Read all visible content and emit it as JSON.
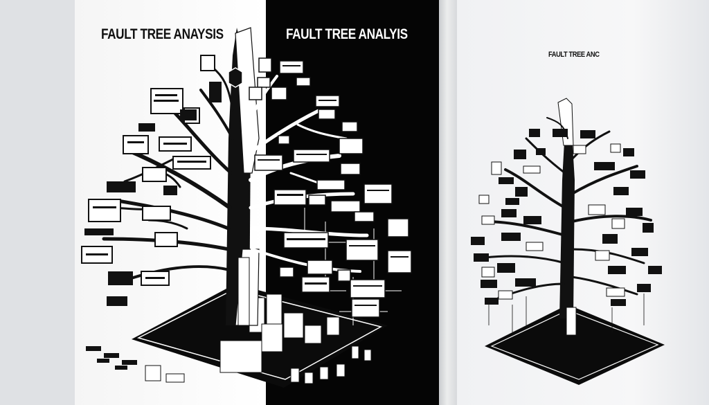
{
  "titles": {
    "left": "FAULT TREE ANAYSIS",
    "middle": "FAULT TREE ANALYIS",
    "right": "FAULT TREE ANC"
  },
  "colors": {
    "ink": "#0a0a0a",
    "paper": "#ffffff",
    "dark_panel": "#050505",
    "light_panel": "#f5f5f5"
  }
}
